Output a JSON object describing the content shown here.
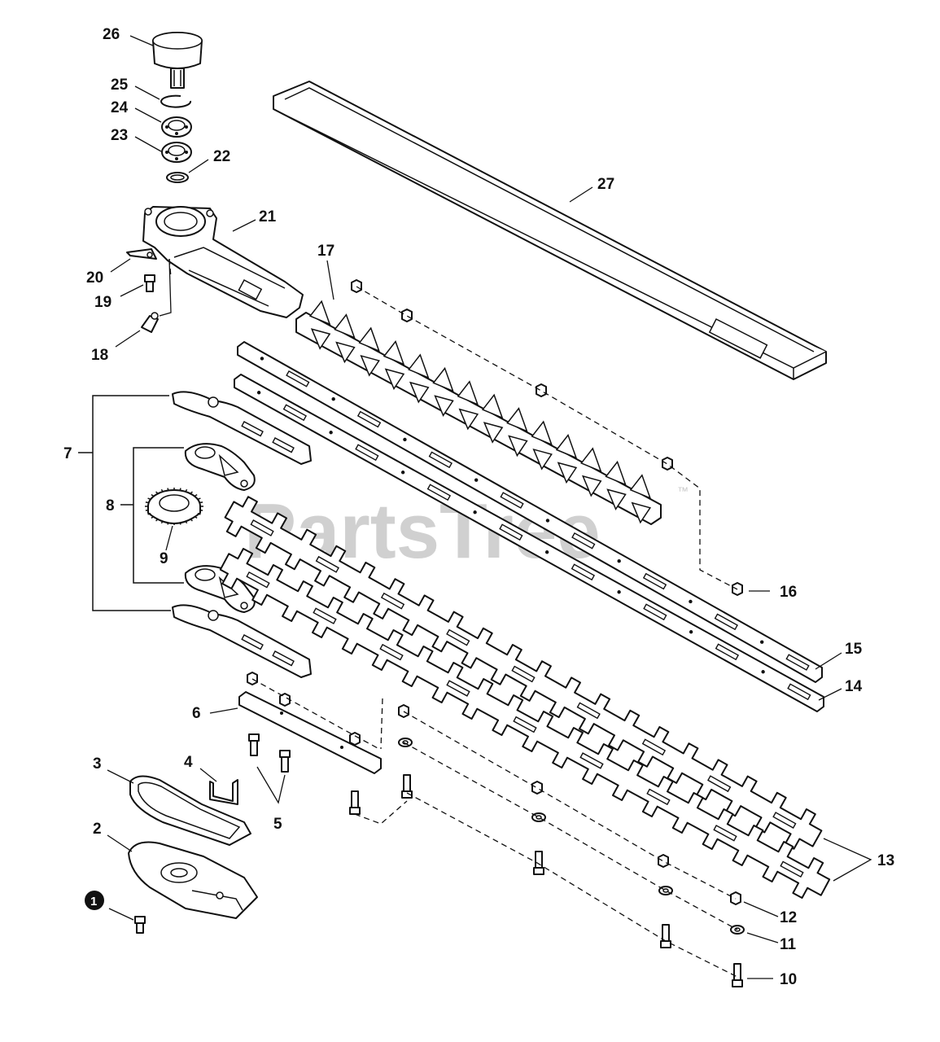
{
  "watermark": {
    "text": "PartsTree",
    "trademark": "™"
  },
  "callouts": [
    {
      "id": "c26",
      "label": "26"
    },
    {
      "id": "c25",
      "label": "25"
    },
    {
      "id": "c24",
      "label": "24"
    },
    {
      "id": "c23",
      "label": "23"
    },
    {
      "id": "c22",
      "label": "22"
    },
    {
      "id": "c21",
      "label": "21"
    },
    {
      "id": "c20",
      "label": "20"
    },
    {
      "id": "c19",
      "label": "19"
    },
    {
      "id": "c18",
      "label": "18"
    },
    {
      "id": "c17",
      "label": "17"
    },
    {
      "id": "c27",
      "label": "27"
    },
    {
      "id": "c16",
      "label": "16"
    },
    {
      "id": "c15",
      "label": "15"
    },
    {
      "id": "c14",
      "label": "14"
    },
    {
      "id": "c13",
      "label": "13"
    },
    {
      "id": "c12",
      "label": "12"
    },
    {
      "id": "c11",
      "label": "11"
    },
    {
      "id": "c10",
      "label": "10"
    },
    {
      "id": "c9",
      "label": "9"
    },
    {
      "id": "c8",
      "label": "8"
    },
    {
      "id": "c7",
      "label": "7"
    },
    {
      "id": "c6",
      "label": "6"
    },
    {
      "id": "c5",
      "label": "5"
    },
    {
      "id": "c4",
      "label": "4"
    },
    {
      "id": "c3",
      "label": "3"
    },
    {
      "id": "c2",
      "label": "2"
    },
    {
      "id": "c1",
      "label": "1"
    }
  ]
}
